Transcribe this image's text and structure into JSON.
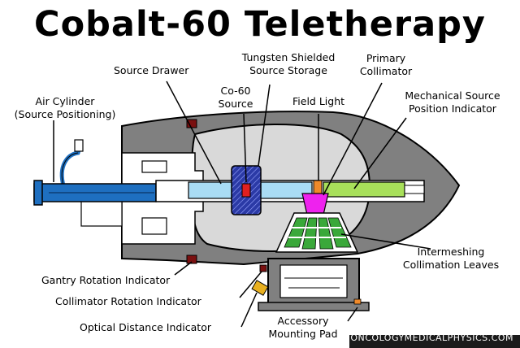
{
  "title": "Cobalt-60 Teletherapy",
  "labels": {
    "source_drawer": "Source Drawer",
    "tungsten_line1": "Tungsten Shielded",
    "tungsten_line2": "Source Storage",
    "primary_collimator_line1": "Primary",
    "primary_collimator_line2": "Collimator",
    "air_cylinder_line1": "Air Cylinder",
    "air_cylinder_line2": "(Source Positioning)",
    "co60_line1": "Co-60",
    "co60_line2": "Source",
    "field_light": "Field Light",
    "mech_indicator_line1": "Mechanical Source",
    "mech_indicator_line2": "Position Indicator",
    "leaves_line1": "Intermeshing",
    "leaves_line2": "Collimation Leaves",
    "gantry_rotation": "Gantry Rotation Indicator",
    "collimator_rotation": "Collimator Rotation Indicator",
    "optical_distance": "Optical Distance Indicator",
    "accessory_line1": "Accessory",
    "accessory_line2": "Mounting Pad"
  },
  "watermark": "ONCOLOGYMEDICALPHYSICS.COM",
  "colors": {
    "housing": "#808080",
    "shielding": "#d8d8d8",
    "air_cylinder": "#1e6fc0",
    "source_drawer": "#a9dcf4",
    "tungsten": "#2b3aa6",
    "source": "#e02020",
    "field_light": "#f08a2a",
    "mech_indicator": "#a8e05a",
    "primary_collimator": "#ee22ee",
    "collimation_leaves": "#3aa83a",
    "indicator": "#7a1010",
    "optical": "#e8b020"
  }
}
